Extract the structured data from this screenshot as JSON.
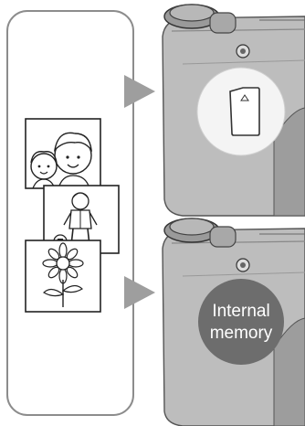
{
  "labels": {
    "internal_memory_line1": "Internal",
    "internal_memory_line2": "memory"
  },
  "colors": {
    "camera_body": "#bdbdbd",
    "camera_dark": "#8a8a8a",
    "arrow": "#9e9e9e",
    "memory_badge": "#6d6d6d",
    "card_circle": "#f4f4f4"
  },
  "icons": {
    "top": "camera-with-memory-card",
    "bottom": "camera-with-internal-memory",
    "pictures": [
      "children-picture-icon",
      "soccer-player-picture-icon",
      "flower-picture-icon"
    ]
  }
}
